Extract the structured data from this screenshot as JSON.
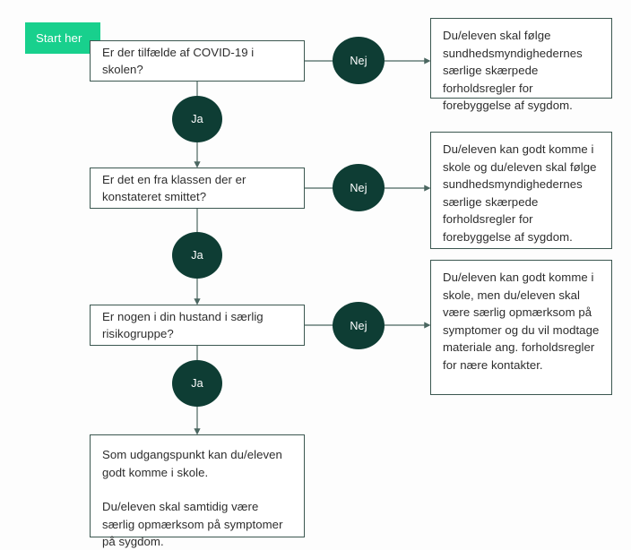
{
  "meta": {
    "title": "COVID-19 skole beslutningsdiagram",
    "language": "da",
    "background_color": "#fdfdfd"
  },
  "colors": {
    "start_badge_green": "#18d08d",
    "ellipse_dark_green": "#0e3d34",
    "box_border": "#3b5750",
    "box_fill": "#ffffff",
    "edge_line": "#4a6660",
    "text": "#2d2d2d"
  },
  "start": {
    "label": "Start her"
  },
  "questions": [
    {
      "id": "question-1",
      "line1": "Er der tilfælde af COVID-19 i",
      "line2": "skolen?"
    },
    {
      "id": "question-2",
      "line1": "Er det en fra klassen der er",
      "line2": "konstateret smittet?"
    },
    {
      "id": "question-3",
      "line1": "Er nogen i din hustand i særlig",
      "line2": "risikogruppe?"
    }
  ],
  "decisions": {
    "yes_label": "Ja",
    "no_label": "Nej",
    "yes": [
      {
        "id": "ja-1",
        "label": "Ja"
      },
      {
        "id": "ja-2",
        "label": "Ja"
      },
      {
        "id": "ja-3",
        "label": "Ja"
      }
    ],
    "no": [
      {
        "id": "nej-1",
        "label": "Nej"
      },
      {
        "id": "nej-2",
        "label": "Nej"
      },
      {
        "id": "nej-3",
        "label": "Nej"
      }
    ]
  },
  "outcomes": [
    {
      "id": "outcome-1",
      "text": "Du/eleven skal følge sundhedsmyndighedernes særlige skærpede forholdsregler for forebyggelse af sygdom."
    },
    {
      "id": "outcome-2",
      "text": "Du/eleven kan godt komme i skole og du/eleven skal følge sundhedsmyndighedernes særlige skærpede forholdsregler for forebyggelse af sygdom."
    },
    {
      "id": "outcome-3",
      "text": "Du/eleven kan godt komme i  skole, men du/eleven skal være særlig opmærksom på symptomer og du vil modtage materiale ang. forholdsregler for nære kontakter."
    }
  ],
  "final": {
    "paragraph1": "Som udgangspunkt kan du/eleven godt komme i skole.",
    "paragraph2": "Du/eleven skal samtidig være særlig opmærksom på symptomer på sygdom."
  }
}
